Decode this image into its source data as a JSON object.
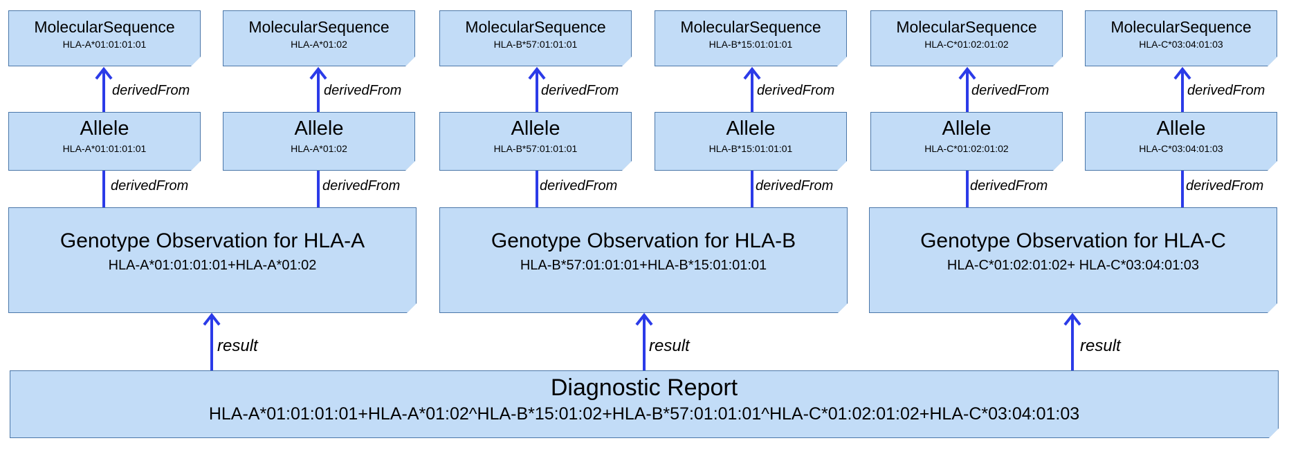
{
  "molecular_sequences": [
    {
      "title": "MolecularSequence",
      "id": "HLA-A*01:01:01:01"
    },
    {
      "title": "MolecularSequence",
      "id": "HLA-A*01:02"
    },
    {
      "title": "MolecularSequence",
      "id": "HLA-B*57:01:01:01"
    },
    {
      "title": "MolecularSequence",
      "id": "HLA-B*15:01:01:01"
    },
    {
      "title": "MolecularSequence",
      "id": "HLA-C*01:02:01:02"
    },
    {
      "title": "MolecularSequence",
      "id": "HLA-C*03:04:01:03"
    }
  ],
  "alleles": [
    {
      "title": "Allele",
      "id": "HLA-A*01:01:01:01"
    },
    {
      "title": "Allele",
      "id": "HLA-A*01:02"
    },
    {
      "title": "Allele",
      "id": "HLA-B*57:01:01:01"
    },
    {
      "title": "Allele",
      "id": "HLA-B*15:01:01:01"
    },
    {
      "title": "Allele",
      "id": "HLA-C*01:02:01:02"
    },
    {
      "title": "Allele",
      "id": "HLA-C*03:04:01:03"
    }
  ],
  "genotype_observations": [
    {
      "title": "Genotype Observation for HLA-A",
      "value": "HLA-A*01:01:01:01+HLA-A*01:02"
    },
    {
      "title": "Genotype Observation for HLA-B",
      "value": "HLA-B*57:01:01:01+HLA-B*15:01:01:01"
    },
    {
      "title": "Genotype Observation for HLA-C",
      "value": "HLA-C*01:02:01:02+ HLA-C*03:04:01:03"
    }
  ],
  "diagnostic_report": {
    "title": "Diagnostic Report",
    "value": "HLA-A*01:01:01:01+HLA-A*01:02^HLA-B*15:01:02+HLA-B*57:01:01:01^HLA-C*01:02:01:02+HLA-C*03:04:01:03"
  },
  "relations": {
    "derived_from": "derivedFrom",
    "result": "result"
  },
  "colors": {
    "box_fill": "#c2dcf7",
    "box_border": "#4a76a8",
    "arrow": "#2b3be8"
  }
}
